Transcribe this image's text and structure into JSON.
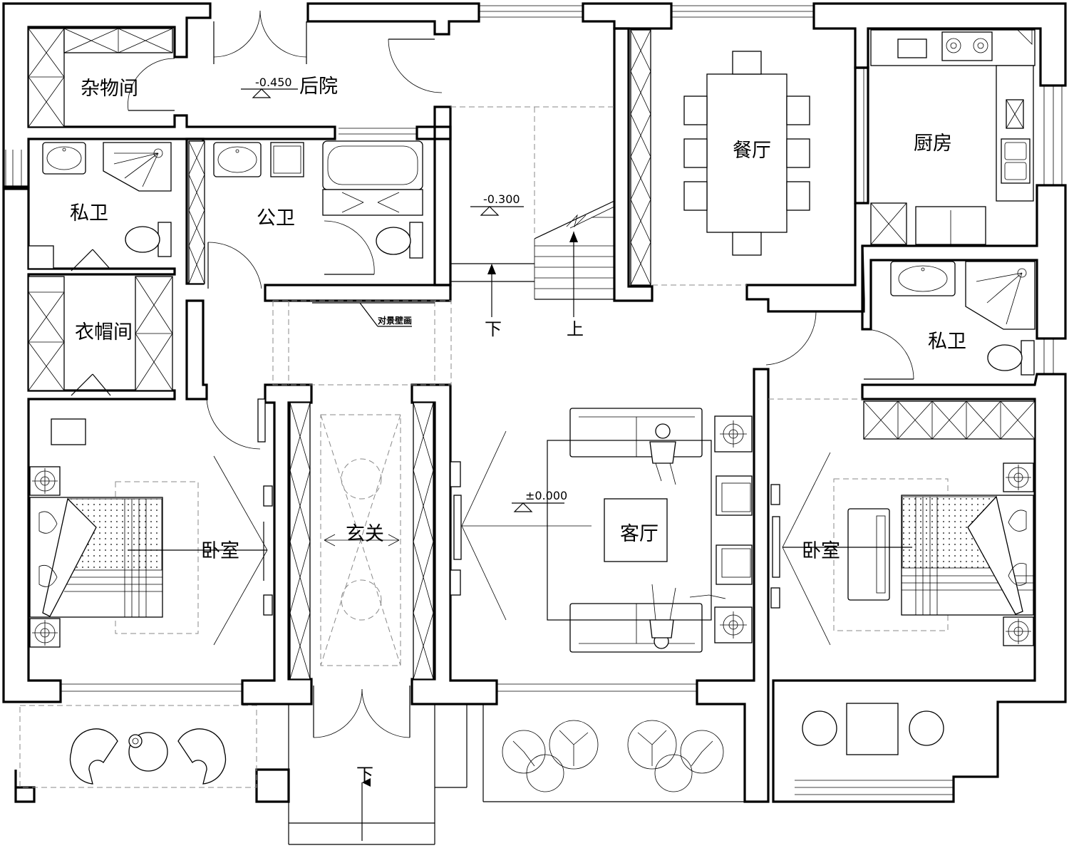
{
  "rooms": {
    "storage": "杂物间",
    "backyard": "后院",
    "private_bath_left": "私卫",
    "public_bath": "公卫",
    "dining": "餐厅",
    "kitchen": "厨房",
    "cloakroom": "衣帽间",
    "private_bath_right": "私卫",
    "foyer": "玄关",
    "bedroom_left": "卧室",
    "living": "客厅",
    "bedroom_right": "卧室"
  },
  "levels": {
    "backyard": "-0.450",
    "stair": "-0.300",
    "living": "±0.000"
  },
  "annotations": {
    "feature_wall": "对景壁画",
    "stair_down": "下",
    "stair_up": "上",
    "entrance_down": "下"
  }
}
